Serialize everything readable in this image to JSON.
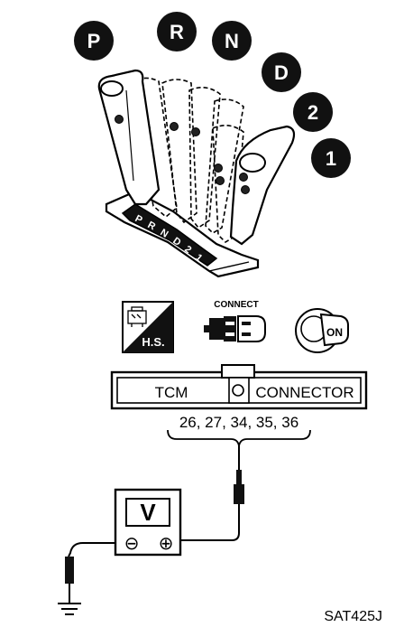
{
  "shifter": {
    "positions": [
      "P",
      "R",
      "N",
      "D",
      "2",
      "1"
    ],
    "gate_labels": [
      "P",
      "R",
      "N",
      "D",
      "2",
      "1"
    ]
  },
  "icons": {
    "hs_label": "H.S.",
    "connect_label": "CONNECT",
    "ignition_label": "ON"
  },
  "connector": {
    "left_label": "TCM",
    "right_label": "CONNECTOR",
    "terminals": "26, 27, 34, 35, 36"
  },
  "meter": {
    "symbol": "V",
    "negative": "⊖",
    "positive": "⊕"
  },
  "figure_code": "SAT425J"
}
